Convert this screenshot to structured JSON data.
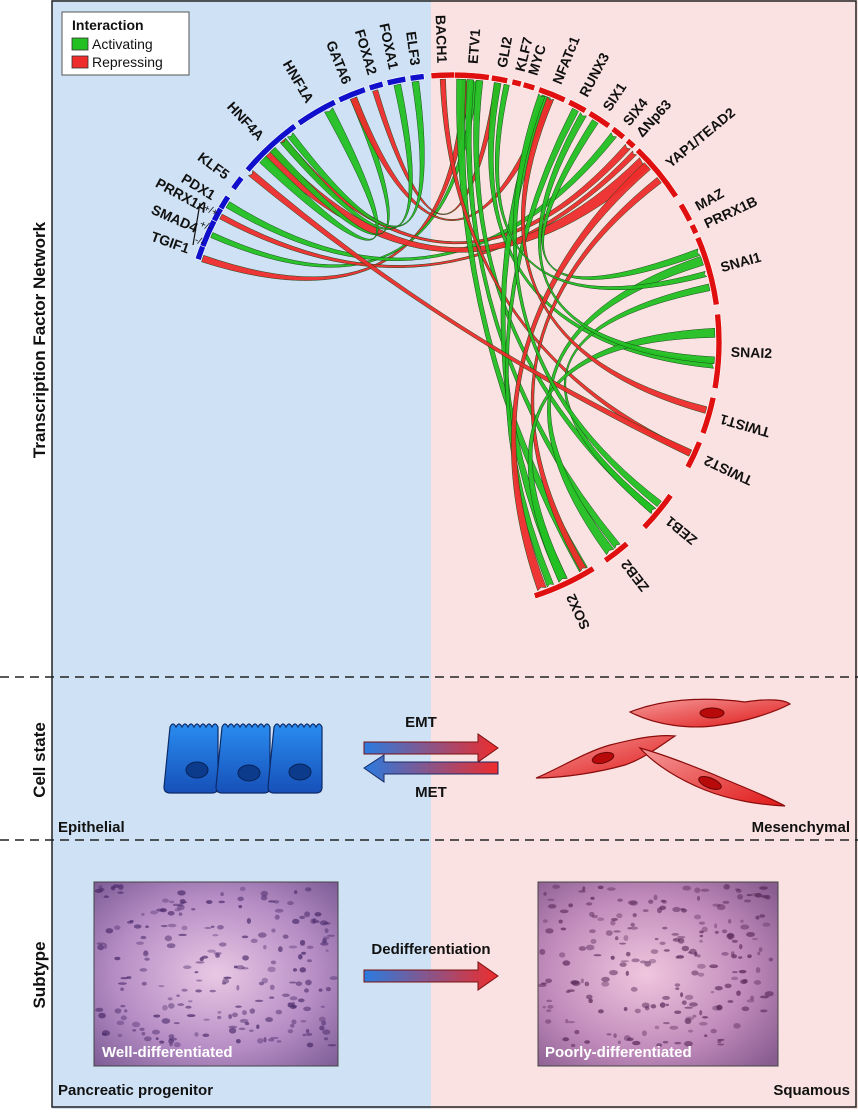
{
  "colors": {
    "epithelial_bg": "#cfe2f5",
    "mesenchymal_bg": "#fbe2e2",
    "activating": "#22c022",
    "repressing": "#ee2c2c",
    "epithelial_tf": "#1010cc",
    "mesenchymal_tf": "#e01010"
  },
  "legend": {
    "title": "Interaction",
    "activating": "Activating",
    "repressing": "Repressing"
  },
  "rows": {
    "network": "Transcription Factor Network",
    "cell_state": "Cell state",
    "subtype": "Subtype"
  },
  "epithelial_tfs": [
    "TGIF1",
    "SMAD4",
    "PRRX1A",
    "PDX1",
    "KLF5",
    "HNF4A",
    "HNF1A",
    "GATA6",
    "FOXA2",
    "FOXA1",
    "ELF3"
  ],
  "smad4_genotypes": [
    "+/+",
    "+/-",
    "-/-"
  ],
  "mesenchymal_tfs": [
    "BACH1",
    "ETV1",
    "GLI2",
    "KLF7",
    "MYC",
    "NFATc1",
    "RUNX3",
    "SIX1",
    "SIX4",
    "ΔNp63",
    "YAP1/TEAD2",
    "MAZ",
    "PRRX1B",
    "SNAI1",
    "SNAI2",
    "TWIST1",
    "TWIST2",
    "ZEB1",
    "ZEB2",
    "SOX2"
  ],
  "cell_state": {
    "emt": "EMT",
    "met": "MET",
    "epithelial": "Epithelial",
    "mesenchymal": "Mesenchymal"
  },
  "subtype": {
    "arrow_label": "Dedifferentiation",
    "left_caption": "Well-differentiated",
    "right_caption": "Poorly-differentiated",
    "left_name": "Pancreatic progenitor",
    "right_name": "Squamous"
  }
}
